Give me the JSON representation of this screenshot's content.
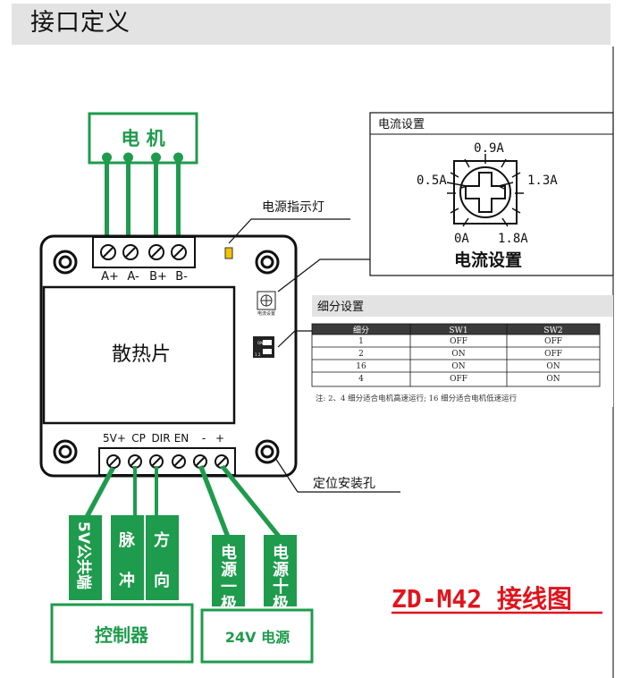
{
  "header": {
    "title": "接口定义"
  },
  "motor": {
    "label": "电 机",
    "pins": [
      "A+",
      "A-",
      "B+",
      "B-"
    ]
  },
  "power_led_label": "电源指示灯",
  "heatsink_label": "散热片",
  "control_pins": [
    "5V+",
    "CP",
    "DIR",
    "EN",
    "-",
    "+"
  ],
  "mount_hole_label": "定位安装孔",
  "current_panel": {
    "title": "电流设置",
    "caption": "电流设置",
    "dial_labels": {
      "top": "0.9A",
      "left": "0.5A",
      "right": "1.3A",
      "bottom_left": "0A",
      "bottom_right": "1.8A"
    }
  },
  "subdiv_panel": {
    "title": "细分设置",
    "columns": [
      "细分",
      "SW1",
      "SW2"
    ],
    "rows": [
      [
        "1",
        "OFF",
        "OFF"
      ],
      [
        "2",
        "ON",
        "OFF"
      ],
      [
        "16",
        "ON",
        "ON"
      ],
      [
        "4",
        "OFF",
        "ON"
      ]
    ],
    "note": "注: 2、4 细分适合电机高速运行; 16 细分适合电机低速运行"
  },
  "board_small_labels": {
    "dip_top": "ON",
    "dip_bottom": "1 2",
    "pot_caption": "电流设置"
  },
  "wires": {
    "5v_common": "5V公共端",
    "pulse": "脉冲",
    "direction": "方向",
    "power_neg": "电源一极",
    "power_pos": "电源十极"
  },
  "controller_label": "控制器",
  "power_supply_label": "24V 电源",
  "wiring_title": "ZD-M42 接线图",
  "colors": {
    "green": "#1e9b4c",
    "red": "#e1141c",
    "heading_bg": "#e3e3e3"
  }
}
